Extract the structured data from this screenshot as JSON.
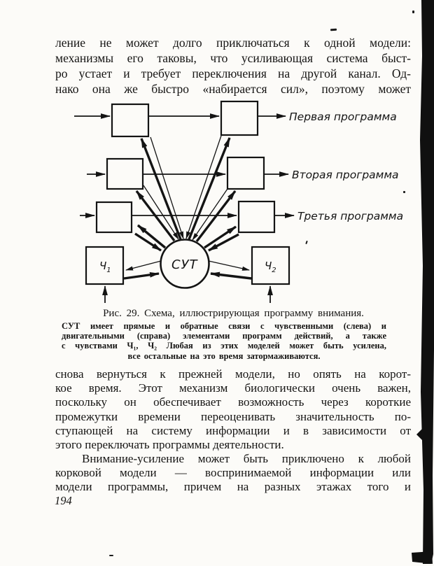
{
  "page_number": "194",
  "body": {
    "p1_lines": [
      "ление не может долго приключаться к одной модели:",
      "механизмы его таковы, что усиливающая система быст-",
      "ро устает и требует переключения на другой канал. Од-",
      "нако она же быстро «набирается сил», поэтому может"
    ],
    "p2_lines": [
      "снова вернуться к прежней модели, но опять на корот-",
      "кое время. Этот механизм биологически очень важен,",
      "поскольку он обеспечивает возможность через короткие",
      "промежутки времени переоценивать значительность по-",
      "ступающей на систему информации и в зависимости от",
      "этого переключать программы деятельности."
    ],
    "p3_lines": [
      "Внимание-усиление может быть приключено к любой",
      "корковой модели — воспринимаемой информации или",
      "модели программы, причем на разных этажах того и"
    ]
  },
  "figure": {
    "program_labels": [
      "Первая программа",
      "Вторая программа",
      "Третья программа"
    ],
    "hub_label": "СУТ",
    "sense_left": {
      "base": "Ч",
      "sub": "1"
    },
    "sense_right": {
      "base": "Ч",
      "sub": "2"
    }
  },
  "caption": {
    "title": "Рис. 29. Схема, иллюстрирующая программу внимания.",
    "lines": [
      "СУТ имеет прямые и обратные связи с чувственными (слева) и",
      "двигательными (справа) элементами  программ действий, а также",
      "с чувствами Ч₁, Ч₂ Любая из этих моделей может быть усилена,",
      "все остальные на это время затормаживаются."
    ]
  }
}
